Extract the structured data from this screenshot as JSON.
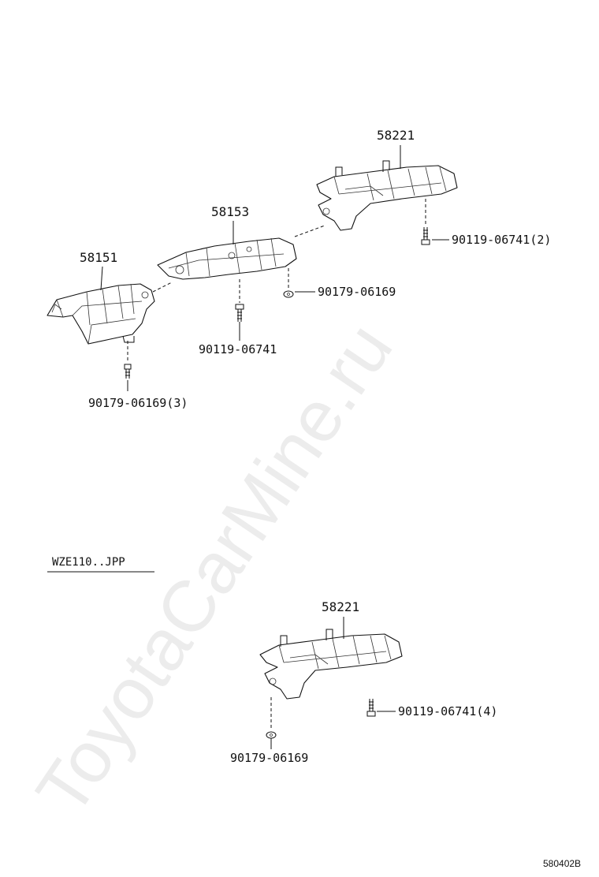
{
  "watermark": "ToyotaCarMine.ru",
  "upper_assembly": {
    "parts": [
      {
        "id": "58151",
        "label": "58151"
      },
      {
        "id": "58153",
        "label": "58153"
      },
      {
        "id": "58221",
        "label": "58221"
      }
    ],
    "fasteners": [
      {
        "label": "90179-06169(3)"
      },
      {
        "label": "90119-06741"
      },
      {
        "label": "90179-06169"
      },
      {
        "label": "90119-06741(2)"
      }
    ]
  },
  "lower_assembly": {
    "variant_label": "WZE110..JPP",
    "parts": [
      {
        "id": "58221",
        "label": "58221"
      }
    ],
    "fasteners": [
      {
        "label": "90119-06741(4)"
      },
      {
        "label": "90179-06169"
      }
    ]
  },
  "figure_code": "580402B"
}
